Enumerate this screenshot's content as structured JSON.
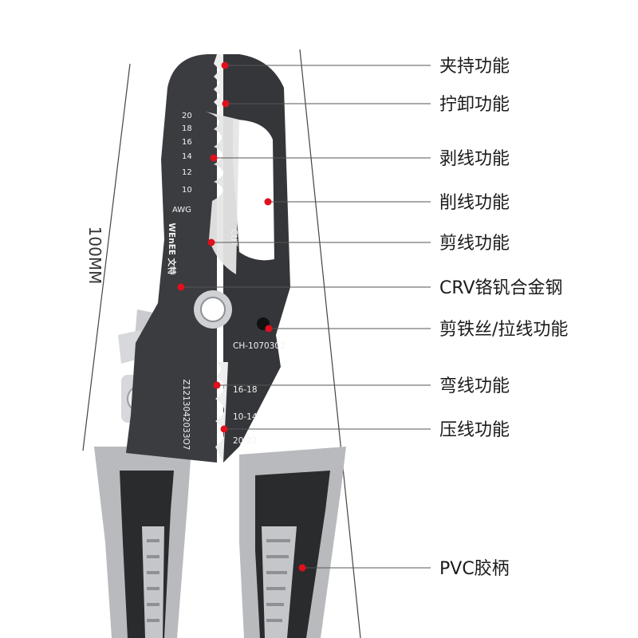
{
  "dimension_label": "100MM",
  "awg_scale": [
    "20",
    "18",
    "16",
    "14",
    "12",
    "10"
  ],
  "awg_unit": "AWG",
  "cut_label": "CUT",
  "brand_label": "WEnEE 文特",
  "model_label": "CH-1070302",
  "serial_label": "Z1213042033O7",
  "crimp_sizes": [
    "16-18",
    "10-14",
    "20-22"
  ],
  "features": [
    "夹持功能",
    "拧卸功能",
    "剥线功能",
    "削线功能",
    "剪线功能",
    "CRV铬钒合金钢",
    "剪铁丝/拉线功能",
    "弯线功能",
    "压线功能",
    "PVC胶柄"
  ],
  "colors": {
    "tool_body": "#3a3c40",
    "tool_dark": "#25272a",
    "handle_grey": "#b8babd",
    "handle_black": "#2a2b2d",
    "marker": "#e0101c",
    "leader": "#555555"
  }
}
